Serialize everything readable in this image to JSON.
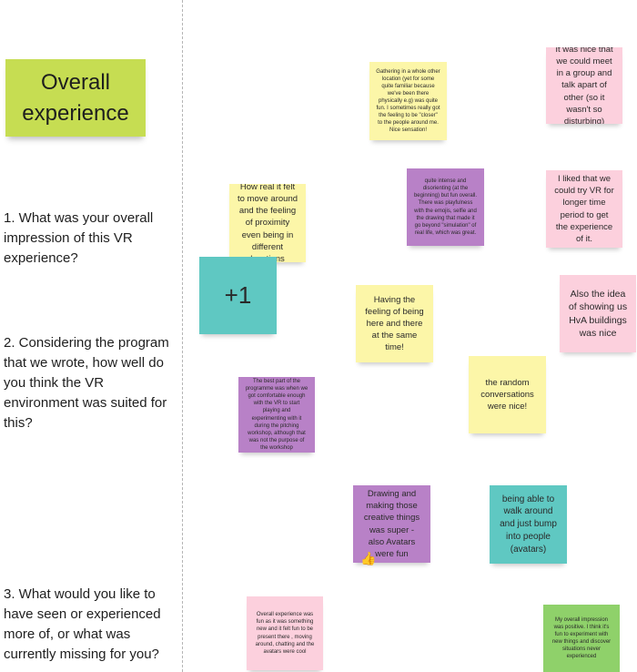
{
  "board": {
    "title": "Overall\nexperience",
    "questions": [
      "1. What was your overall impression of this VR experience?",
      "2. Considering the program that we wrote, how well do you think the VR environment was suited for this?",
      "3. What would you like to have seen or experienced more of, or what was currently missing for you?"
    ]
  },
  "notes": {
    "gathering": "Gathering in a whole other location (yet for some quite familiar because we've been there physically e.g) was quite fun. I sometimes really got the feeling to be \"closer\" to the people around me. Nice sensation!",
    "meet_group": "It was nice that we could meet in a group and talk apart of other (so it wasn't so disturbing)",
    "intense": "quite intense and disorienting (at the beginning) but fun overall. There was playfulness with the emojis, selfie and the drawing that made it go beyond \"simulation\" of real life, which was great.",
    "real_feel": "How real it felt to move around and the feeling of proximity even being in different locations",
    "longer_time": "I liked that we could try VR for longer time period to get the experience of it.",
    "plus_one": "+1",
    "being_here": "Having the feeling of being here and there at the same time!",
    "hva_buildings": "Also the idea of showing us HvA buildings was nice",
    "random_conversations": "the random conversations were nice!",
    "best_part": "The best part of the programme was when we got comfortable enough with the VR to start playing and experimenting with it during the pitching workshop, although that was not the purpose of the workshop",
    "drawing": "Drawing and making those creative things was super - also Avatars were fun",
    "thumb_emoji": "👍",
    "walk_around": "being able to walk around and just bump into people (avatars)",
    "fun_new": "Overall experience was fun as it was something new and it felt fun to be present there , moving around, chatting and the avatars were cool",
    "positive": "My overall impression was positive. I think it's fun to experiment with new things and discover situations never experienced"
  },
  "colors": {
    "yellow": "#fcf6a8",
    "pink": "#fcd0dd",
    "purple": "#b881c7",
    "teal": "#5fc8c2",
    "green": "#8fd16a",
    "title_green": "#c6dd52"
  }
}
